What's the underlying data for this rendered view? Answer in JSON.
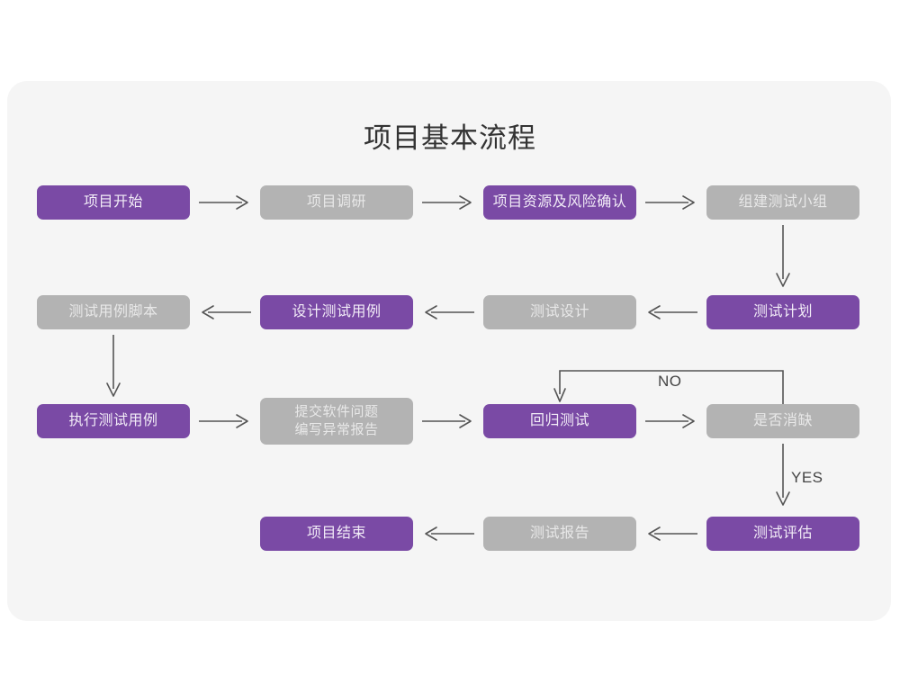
{
  "page": {
    "background": "#ffffff",
    "card_background": "#f5f5f5"
  },
  "title": "项目基本流程",
  "colors": {
    "purple": "#7a4aa5",
    "purple_text": "#f2ecf7",
    "gray": "#b3b3b3",
    "gray_text": "#e8e8e8",
    "connector": "#555555",
    "title_text": "#333333"
  },
  "chart_data": {
    "type": "diagram",
    "title": "项目基本流程",
    "nodes": [
      {
        "id": "n1",
        "label": "项目开始",
        "style": "purple",
        "row": 1,
        "col": 1
      },
      {
        "id": "n2",
        "label": "项目调研",
        "style": "gray",
        "row": 1,
        "col": 2
      },
      {
        "id": "n3",
        "label": "项目资源及风险确认",
        "style": "purple",
        "row": 1,
        "col": 3
      },
      {
        "id": "n4",
        "label": "组建测试小组",
        "style": "gray",
        "row": 1,
        "col": 4
      },
      {
        "id": "n5",
        "label": "测试用例脚本",
        "style": "gray",
        "row": 2,
        "col": 1
      },
      {
        "id": "n6",
        "label": "设计测试用例",
        "style": "purple",
        "row": 2,
        "col": 2
      },
      {
        "id": "n7",
        "label": "测试设计",
        "style": "gray",
        "row": 2,
        "col": 3
      },
      {
        "id": "n8",
        "label": "测试计划",
        "style": "purple",
        "row": 2,
        "col": 4
      },
      {
        "id": "n9",
        "label": "执行测试用例",
        "style": "purple",
        "row": 3,
        "col": 1
      },
      {
        "id": "n10",
        "label": "提交软件问题\n编写异常报告",
        "style": "gray",
        "row": 3,
        "col": 2
      },
      {
        "id": "n11",
        "label": "回归测试",
        "style": "purple",
        "row": 3,
        "col": 3
      },
      {
        "id": "n12",
        "label": "是否消缺",
        "style": "gray",
        "row": 3,
        "col": 4
      },
      {
        "id": "n13",
        "label": "项目结束",
        "style": "purple",
        "row": 4,
        "col": 2
      },
      {
        "id": "n14",
        "label": "测试报告",
        "style": "gray",
        "row": 4,
        "col": 3
      },
      {
        "id": "n15",
        "label": "测试评估",
        "style": "purple",
        "row": 4,
        "col": 4
      }
    ],
    "edges": [
      {
        "from": "n1",
        "to": "n2",
        "direction": "right",
        "label": ""
      },
      {
        "from": "n2",
        "to": "n3",
        "direction": "right",
        "label": ""
      },
      {
        "from": "n3",
        "to": "n4",
        "direction": "right",
        "label": ""
      },
      {
        "from": "n4",
        "to": "n8",
        "direction": "down",
        "label": ""
      },
      {
        "from": "n8",
        "to": "n7",
        "direction": "left",
        "label": ""
      },
      {
        "from": "n7",
        "to": "n6",
        "direction": "left",
        "label": ""
      },
      {
        "from": "n6",
        "to": "n5",
        "direction": "left",
        "label": ""
      },
      {
        "from": "n5",
        "to": "n9",
        "direction": "down",
        "label": ""
      },
      {
        "from": "n9",
        "to": "n10",
        "direction": "right",
        "label": ""
      },
      {
        "from": "n10",
        "to": "n11",
        "direction": "right",
        "label": ""
      },
      {
        "from": "n11",
        "to": "n12",
        "direction": "right",
        "label": ""
      },
      {
        "from": "n12",
        "to": "n11",
        "direction": "loop-up-left",
        "label": "NO"
      },
      {
        "from": "n12",
        "to": "n15",
        "direction": "down",
        "label": "YES"
      },
      {
        "from": "n15",
        "to": "n14",
        "direction": "left",
        "label": ""
      },
      {
        "from": "n14",
        "to": "n13",
        "direction": "left",
        "label": ""
      }
    ],
    "edge_labels": {
      "no": "NO",
      "yes": "YES"
    }
  }
}
